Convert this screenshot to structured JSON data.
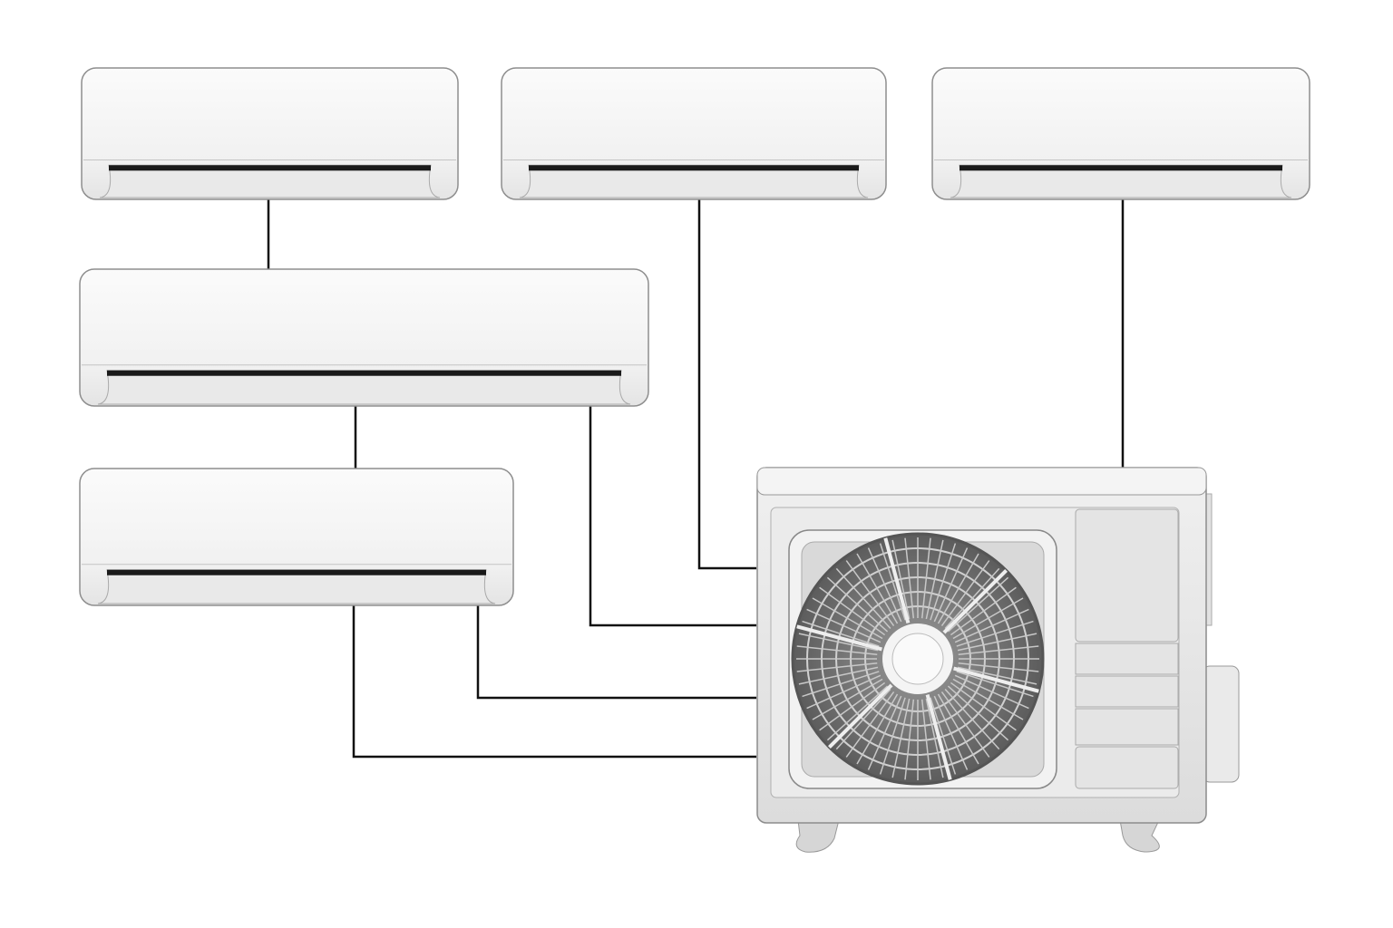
{
  "diagram": {
    "subject": "multi-split-air-conditioner",
    "indoor_unit_count": 5,
    "outdoor_unit_count": 1,
    "colors": {
      "background": "#ffffff",
      "unit_body": "#f4f4f4",
      "unit_outline": "#9a9a9a",
      "vent_slot": "#1a1a1a",
      "pipe_line": "#111111",
      "fan_grille": "#6e6e6e",
      "outdoor_panel": "#e6e6e6"
    }
  }
}
